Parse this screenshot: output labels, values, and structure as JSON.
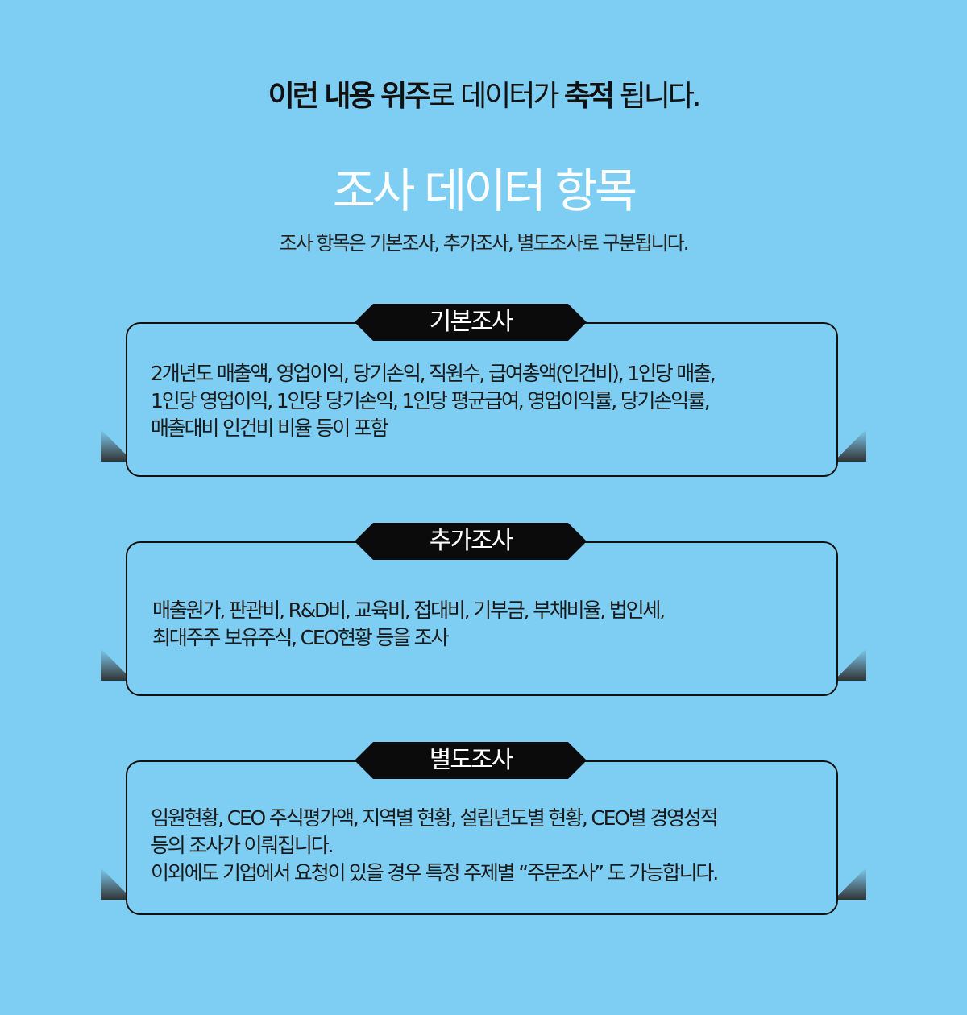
{
  "headline": {
    "seg1": "이런 내용 위주",
    "seg2": "로 데이터가 ",
    "seg3": "축적",
    "seg4": " 됩니다."
  },
  "title": "조사 데이터 항목",
  "subtitle": "조사 항목은 기본조사, 추가조사, 별도조사로 구분됩니다.",
  "sections": [
    {
      "label": "기본조사",
      "lines": [
        "2개년도 매출액, 영업이익, 당기손익, 직원수, 급여총액(인건비), 1인당 매출,",
        "1인당 영업이익, 1인당 당기손익, 1인당 평균급여, 영업이익률, 당기손익률,",
        "매출대비 인건비 비율 등이 포함"
      ]
    },
    {
      "label": "추가조사",
      "lines": [
        "매출원가, 판관비, R&D비, 교육비, 접대비, 기부금, 부채비율, 법인세,",
        "최대주주 보유주식, CEO현황 등을 조사"
      ]
    },
    {
      "label": "별도조사",
      "lines": [
        "임원현황, CEO 주식평가액, 지역별 현황, 설립년도별 현황, CEO별 경영성적",
        "등의 조사가 이뤄집니다.",
        "이외에도 기업에서 요청이 있을 경우 특정 주제별  “주문조사” 도 가능합니다."
      ]
    }
  ]
}
